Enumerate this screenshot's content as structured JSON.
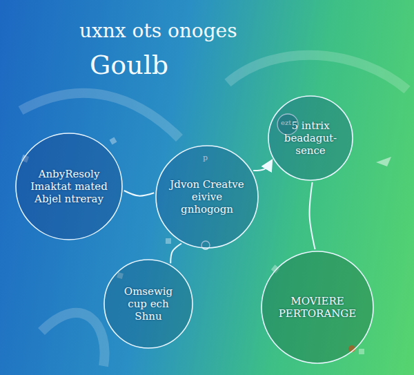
{
  "diagram": {
    "title": "uxnx ots onoges",
    "nodes": [
      {
        "text": [
          "AnbyResoly Imaktat mated Abjel ntreray"
        ]
      },
      {
        "text": [
          "Jdvon Creatve eivive gnhogogn"
        ]
      },
      {
        "text": [
          "5 intrix beadagut-sence"
        ]
      },
      {
        "text": [
          "Omsewig cup ech Shnu"
        ]
      },
      {
        "text": [
          "MOVIERE PERTORANGE"
        ]
      }
    ],
    "edges": [
      {
        "from": 0,
        "to": 1,
        "arrow": "none"
      },
      {
        "from": 1,
        "to": 2,
        "arrow": "to"
      },
      {
        "from": 1,
        "to": 3,
        "arrow": "none"
      },
      {
        "from": 2,
        "to": 4,
        "arrow": "none"
      }
    ],
    "labels": [
      "Goulb",
      "ezt",
      "p"
    ]
  }
}
